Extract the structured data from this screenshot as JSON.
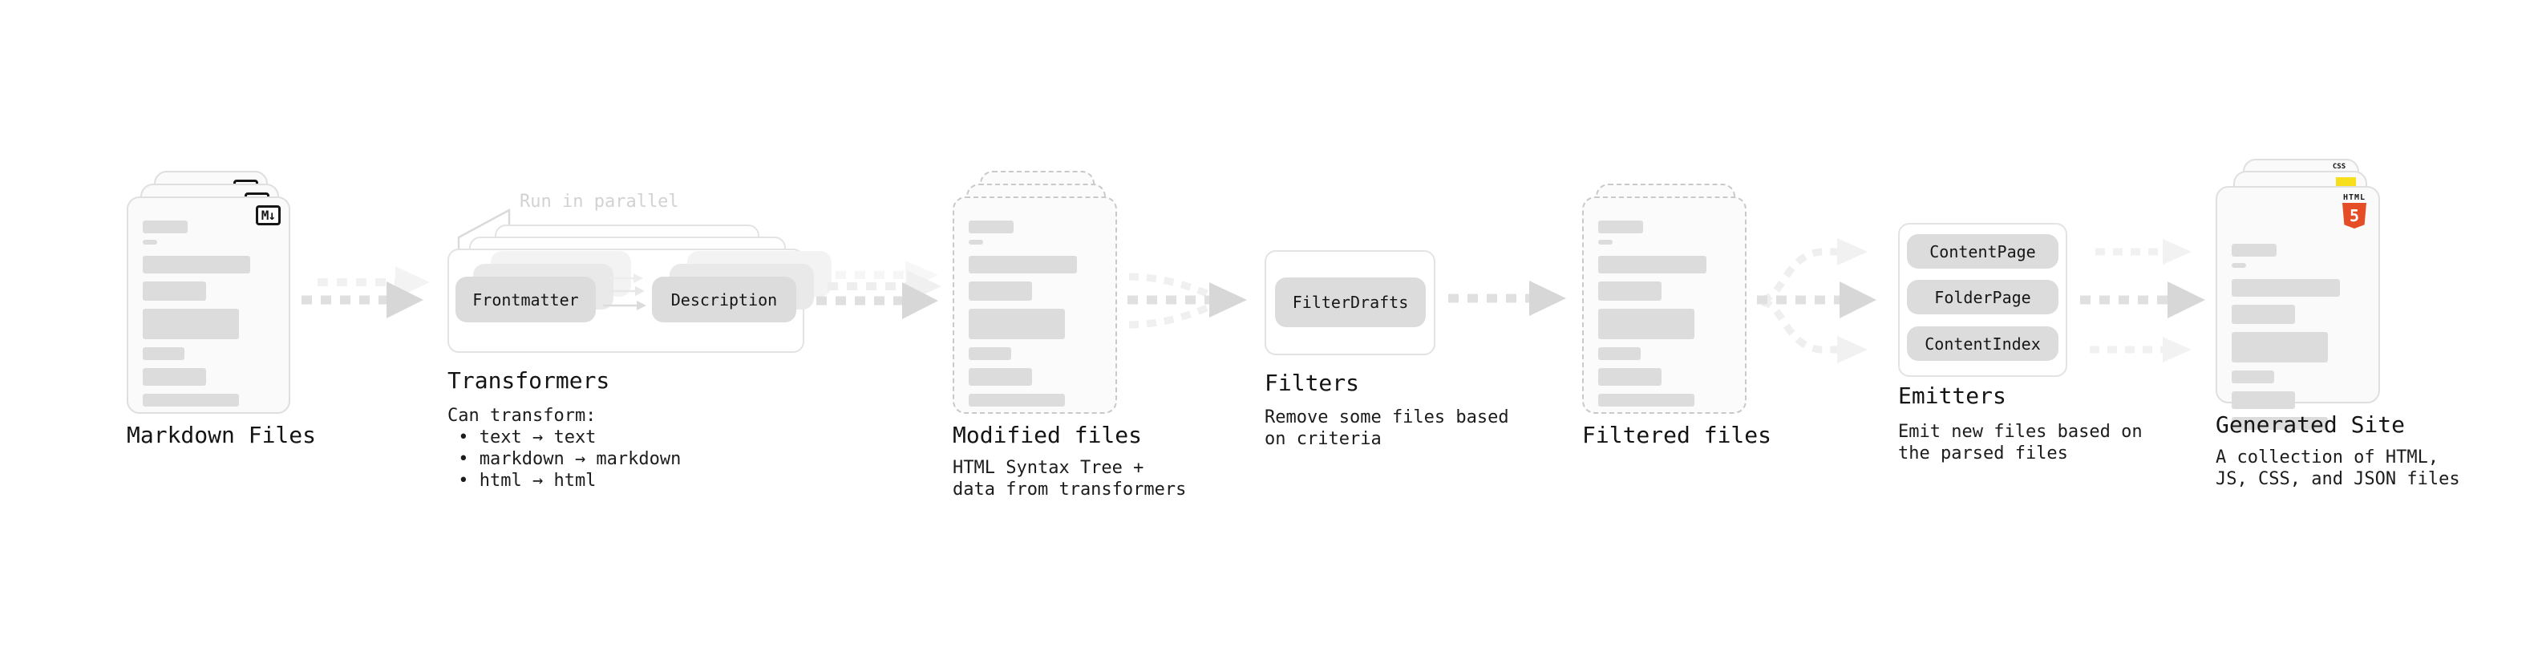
{
  "markdown_files": {
    "label": "Markdown Files",
    "badge": "M↓"
  },
  "transformers": {
    "title": "Transformers",
    "callout": "Run in parallel",
    "pill_left": "Frontmatter",
    "pill_right": "Description",
    "body": "Can transform:\n • text → text\n • markdown → markdown\n • html → html"
  },
  "modified_files": {
    "label": "Modified files",
    "sublabel": "HTML Syntax Tree +\ndata from transformers"
  },
  "filters": {
    "title": "Filters",
    "pill": "FilterDrafts",
    "sublabel": "Remove some files based\non criteria"
  },
  "filtered_files": {
    "label": "Filtered files"
  },
  "emitters": {
    "title": "Emitters",
    "pills": [
      "ContentPage",
      "FolderPage",
      "ContentIndex"
    ],
    "sublabel": "Emit new files based on\nthe parsed files"
  },
  "generated_site": {
    "label": "Generated Site",
    "sublabel": "A collection of HTML,\nJS, CSS, and JSON files",
    "badge_css": "CSS",
    "badge_html_word": "HTML",
    "badge_html_num": "5"
  },
  "colors": {
    "css_blue": "#2962ff",
    "js_yellow": "#f7df1e",
    "html5_orange": "#e44d26"
  },
  "doc_bars": [
    {
      "w": "34%",
      "h": 16,
      "mb": 8
    },
    {
      "w": "11%",
      "h": 6,
      "mb": 14
    },
    {
      "w": "82%",
      "h": 22,
      "mb": 10
    },
    {
      "w": "48%",
      "h": 24,
      "mb": 10
    },
    {
      "w": "73%",
      "h": 38,
      "mb": 10
    },
    {
      "w": "32%",
      "h": 16,
      "mb": 10
    },
    {
      "w": "48%",
      "h": 22,
      "mb": 10
    },
    {
      "w": "73%",
      "h": 16,
      "mb": 0
    }
  ]
}
